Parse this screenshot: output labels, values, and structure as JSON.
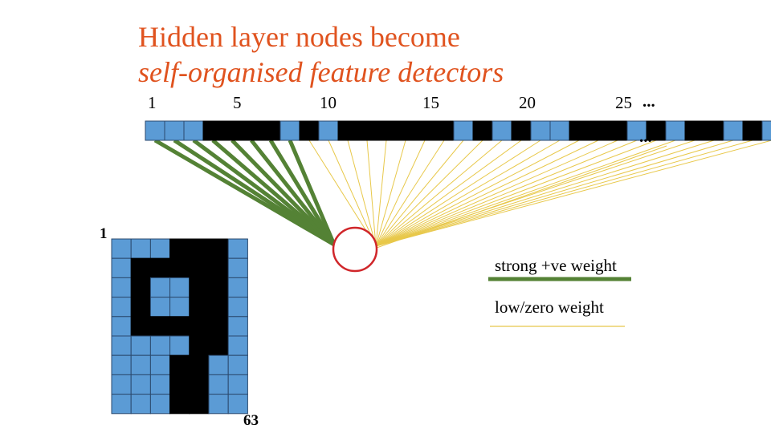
{
  "title": {
    "line1": "Hidden layer nodes become",
    "line2": "self-organised feature detectors",
    "color": "#e0531f"
  },
  "input_row": {
    "tick_labels": [
      "1",
      "5",
      "10",
      "15",
      "20",
      "25"
    ],
    "ellipsis_right": "...",
    "ellipsis_below": "...",
    "cells": [
      1,
      1,
      1,
      0,
      0,
      0,
      0,
      1,
      0,
      1,
      0,
      0,
      0,
      0,
      0,
      0,
      1,
      0,
      1,
      0,
      1,
      1,
      0,
      0,
      0,
      1,
      0,
      1,
      0,
      0,
      1,
      0,
      1
    ],
    "strong_connections": [
      0,
      1,
      2,
      3,
      4,
      5,
      6,
      7
    ],
    "blue": "#5b9bd5",
    "black": "#000000"
  },
  "grid": {
    "label_first": "1",
    "label_last": "63",
    "cols": 7,
    "rows": 9,
    "cells": [
      [
        1,
        1,
        1,
        0,
        0,
        0,
        1
      ],
      [
        1,
        0,
        0,
        0,
        0,
        0,
        1
      ],
      [
        1,
        0,
        1,
        1,
        0,
        0,
        1
      ],
      [
        1,
        0,
        1,
        1,
        0,
        0,
        1
      ],
      [
        1,
        0,
        0,
        0,
        0,
        0,
        1
      ],
      [
        1,
        1,
        1,
        1,
        0,
        0,
        1
      ],
      [
        1,
        1,
        1,
        0,
        0,
        1,
        1
      ],
      [
        1,
        1,
        1,
        0,
        0,
        1,
        1
      ],
      [
        1,
        1,
        1,
        0,
        0,
        1,
        1
      ]
    ]
  },
  "hidden_node": {
    "border_color": "#d0262a"
  },
  "legend": {
    "strong_label": "strong +ve weight",
    "weak_label": "low/zero weight",
    "strong_color": "#548235",
    "weak_color": "#e8c84a"
  }
}
